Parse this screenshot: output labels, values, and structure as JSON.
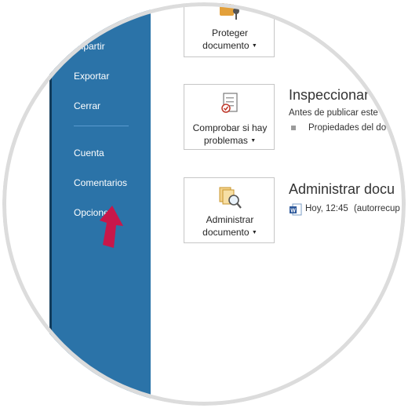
{
  "sidebar": {
    "items": [
      {
        "label": "Compartir"
      },
      {
        "label": "Exportar"
      },
      {
        "label": "Cerrar"
      },
      {
        "label": "Cuenta"
      },
      {
        "label": "Comentarios"
      },
      {
        "label": "Opciones"
      }
    ]
  },
  "cards": {
    "protect": {
      "line1": "Proteger",
      "line2": "documento",
      "icon": "lock-key-icon"
    },
    "check": {
      "line1": "Comprobar si hay",
      "line2": "problemas",
      "icon": "checklist-icon"
    },
    "manage": {
      "line1": "Administrar",
      "line2": "documento",
      "icon": "manage-documents-icon"
    }
  },
  "inspect": {
    "title": "Inspeccionar",
    "description": "Antes de publicar este",
    "bullet": "Propiedades del do"
  },
  "manage": {
    "title": "Administrar docu",
    "version_time": "Hoy, 12:45",
    "version_note": "(autorrecup"
  },
  "colors": {
    "sidebar": "#2b73a8",
    "arrow": "#c8174a"
  }
}
